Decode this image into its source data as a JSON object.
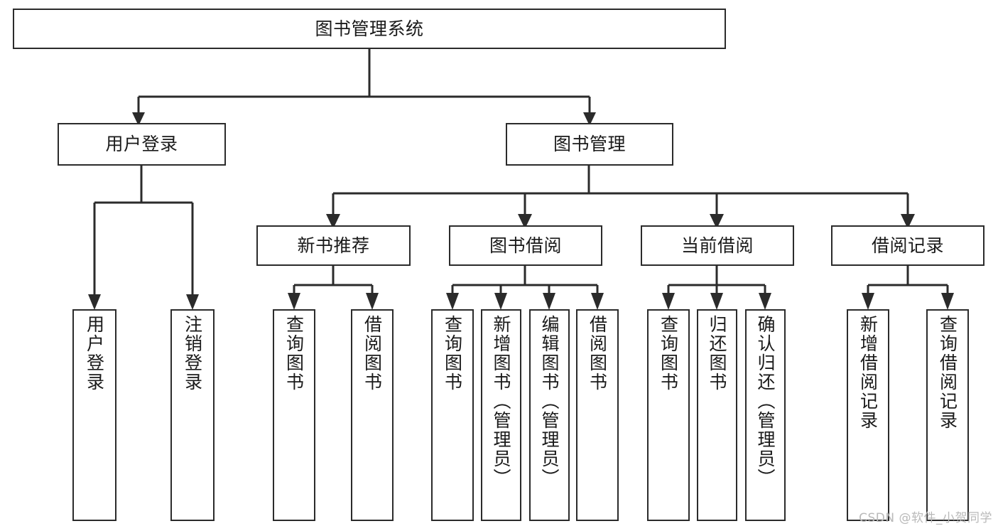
{
  "diagram": {
    "title": "图书管理系统",
    "type": "tree-hierarchy-chart",
    "watermark": "CSDN @软件_小贺同学",
    "colors": {
      "stroke": "#2b2b2b",
      "fill": "#ffffff",
      "text": "#1a1a1a",
      "watermark": "#b9b9b9"
    },
    "nodes": {
      "root": {
        "label": "图书管理系统"
      },
      "level2": [
        {
          "id": "user-login",
          "label": "用户登录"
        },
        {
          "id": "book-manage",
          "label": "图书管理"
        }
      ],
      "level3": [
        {
          "id": "new-book-recommend",
          "label": "新书推荐"
        },
        {
          "id": "book-borrow",
          "label": "图书借阅"
        },
        {
          "id": "current-borrow",
          "label": "当前借阅"
        },
        {
          "id": "borrow-record",
          "label": "借阅记录"
        }
      ],
      "leaves": {
        "user_login": [
          {
            "id": "leaf-user-login",
            "label": "用户登录"
          },
          {
            "id": "leaf-user-logout",
            "label": "注销登录"
          }
        ],
        "new_book_recommend": [
          {
            "id": "leaf-query-book-1",
            "label": "查询图书"
          },
          {
            "id": "leaf-borrow-book-1",
            "label": "借阅图书"
          }
        ],
        "book_borrow": [
          {
            "id": "leaf-query-book-2",
            "label": "查询图书"
          },
          {
            "id": "leaf-add-book",
            "label": "新增图书（管理员）"
          },
          {
            "id": "leaf-edit-book",
            "label": "编辑图书（管理员）"
          },
          {
            "id": "leaf-borrow-book-2",
            "label": "借阅图书"
          }
        ],
        "current_borrow": [
          {
            "id": "leaf-query-book-3",
            "label": "查询图书"
          },
          {
            "id": "leaf-return-book",
            "label": "归还图书"
          },
          {
            "id": "leaf-confirm-return",
            "label": "确认归还（管理员）"
          }
        ],
        "borrow_record": [
          {
            "id": "leaf-add-record",
            "label": "新增借阅记录"
          },
          {
            "id": "leaf-query-record",
            "label": "查询借阅记录"
          }
        ]
      }
    }
  }
}
